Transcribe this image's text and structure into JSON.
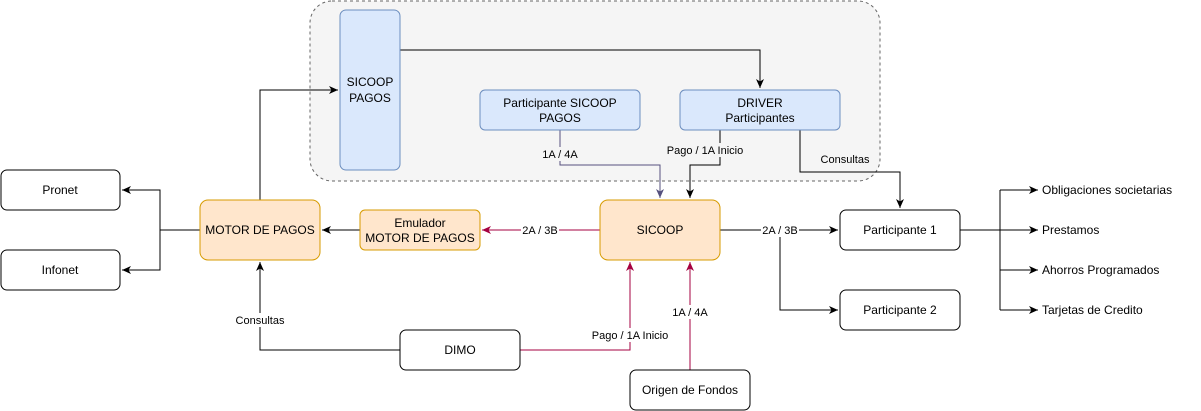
{
  "colors": {
    "group_fill": "#f5f5f5",
    "group_stroke": "#666666",
    "blue_fill": "#dae8fc",
    "blue_stroke": "#6c8ebf",
    "orange_fill": "#ffe6cc",
    "orange_stroke": "#d79b00",
    "white_fill": "#ffffff",
    "black": "#000000",
    "purple_edge": "#56517e",
    "red_edge": "#a50040"
  },
  "nodes": {
    "sicoop_pagos": [
      "SICOOP",
      "PAGOS"
    ],
    "participante_sicoop_pagos": [
      "Participante SICOOP",
      "PAGOS"
    ],
    "driver_participantes": [
      "DRIVER",
      "Participantes"
    ],
    "pronet": [
      "Pronet"
    ],
    "infonet": [
      "Infonet"
    ],
    "motor_de_pagos": [
      "MOTOR DE PAGOS"
    ],
    "emulador": [
      "Emulador",
      "MOTOR DE PAGOS"
    ],
    "sicoop": [
      "SICOOP"
    ],
    "participante_1": [
      "Participante 1"
    ],
    "participante_2": [
      "Participante 2"
    ],
    "dimo": [
      "DIMO"
    ],
    "origen_de_fondos": [
      "Origen de Fondos"
    ]
  },
  "edge_labels": {
    "l_1a_4a_top": "1A / 4A",
    "l_pago_top": "Pago / 1A Inicio",
    "l_consultas_top": "Consultas",
    "l_2a_3b_left": "2A / 3B",
    "l_2a_3b_right": "2A / 3B",
    "l_consultas_bottom": "Consultas",
    "l_pago_bottom": "Pago / 1A Inicio",
    "l_1a_4a_bottom": "1A / 4A"
  },
  "outputs": [
    "Obligaciones societarias",
    "Prestamos",
    "Ahorros Programados",
    "Tarjetas de Credito"
  ]
}
